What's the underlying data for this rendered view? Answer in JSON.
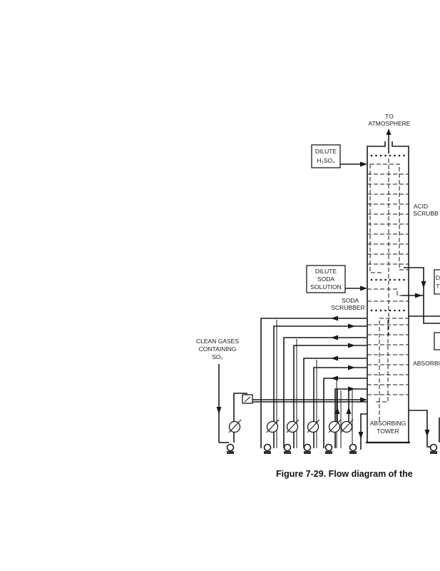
{
  "diagram": {
    "labels": {
      "to_atmosphere_1": "TO",
      "to_atmosphere_2": "ATMOSPHERE",
      "dilute_acid_1": "DILUTE",
      "dilute_acid_2": "H₂SO₄",
      "acid_scrubber_1": "ACID",
      "acid_scrubber_2": "SCRUBB",
      "dilute_soda_1": "DILUTE",
      "dilute_soda_2": "SODA",
      "dilute_soda_3": "SOLUTION",
      "soda_scrubber_1": "SODA",
      "soda_scrubber_2": "SCRUBBER",
      "clean_gases_1": "CLEAN GASES",
      "clean_gases_2": "CONTAINING",
      "clean_gases_3": "SO₂",
      "absorbing_side": "ABSORBI",
      "absorbing_tower_1": "ABSORBING",
      "absorbing_tower_2": "TOWER",
      "cut_box_1_a": "D",
      "cut_box_1_b": "T"
    },
    "caption": "Figure 7-29. Flow diagram of the"
  }
}
